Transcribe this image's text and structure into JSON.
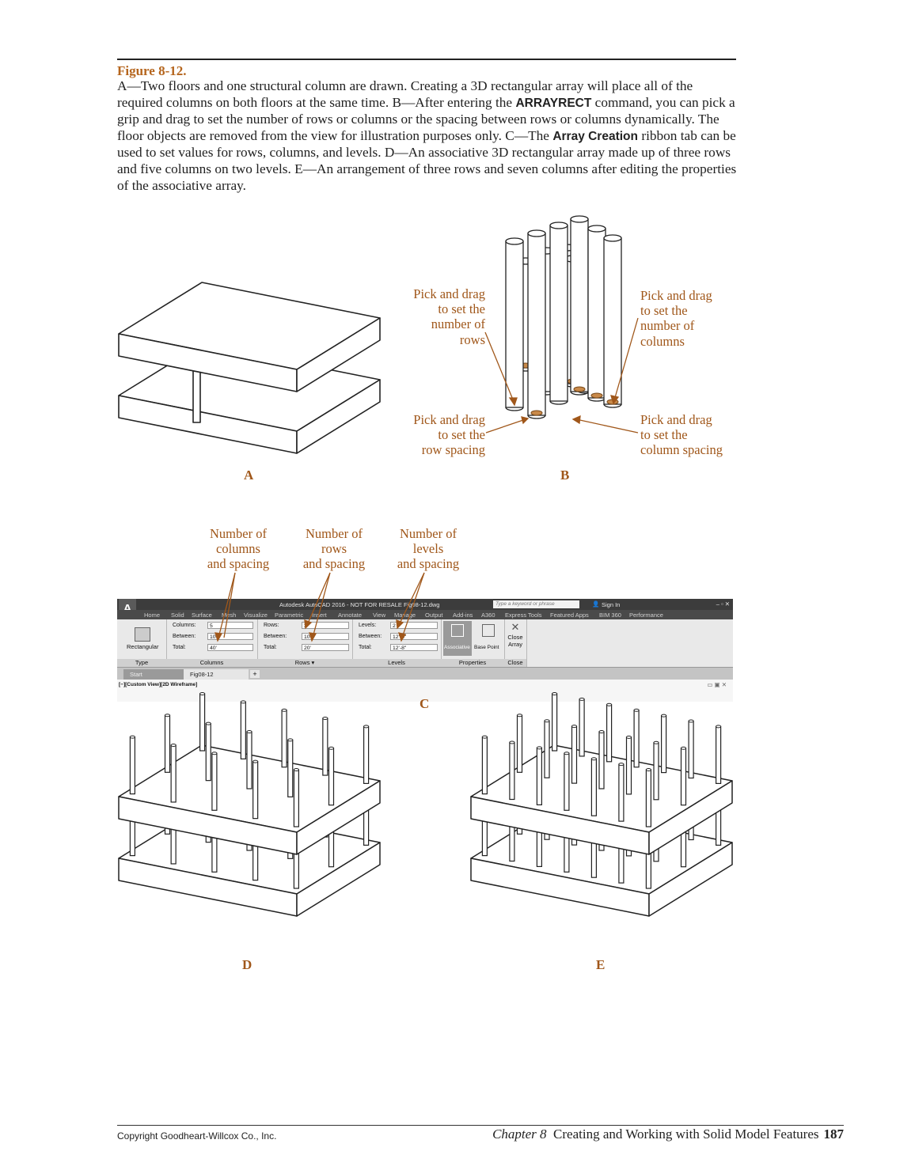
{
  "figure": {
    "title": "Figure 8-12.",
    "caption": {
      "p1": "A—Two floors and one structural column are drawn. Creating a 3D rectangular array will place all of the required columns on both floors at the same time. B—After entering the ",
      "cmd1": "ARRAYRECT",
      "p2": " command, you can pick a grip and drag to set the number of rows or columns or the spacing between rows or columns dynamically. The floor objects are removed from the view for illustration purposes only. C—The ",
      "cmd2": "Array Creation",
      "p3": " ribbon tab can be used to set values for rows, columns, and levels. D—An associative 3D rectangular array made up of three rows and five columns on two levels. E—An arrangement of three rows and seven columns after editing the properties of the associative array."
    }
  },
  "panelB": {
    "rows_lbl": [
      "Pick and drag",
      "to set the",
      "number of",
      "rows"
    ],
    "cols_lbl": [
      "Pick and drag",
      "to set the",
      "number of",
      "columns"
    ],
    "rowsp_lbl": [
      "Pick and drag",
      "to set the",
      "row spacing"
    ],
    "colsp_lbl": [
      "Pick and drag",
      "to set the",
      "column spacing"
    ]
  },
  "panelC": {
    "callouts": {
      "columns": [
        "Number of",
        "columns",
        "and spacing"
      ],
      "rows": [
        "Number of",
        "rows",
        "and spacing"
      ],
      "levels": [
        "Number of",
        "levels",
        "and spacing"
      ]
    },
    "cad": {
      "title": "Autodesk AutoCAD 2016 - NOT FOR RESALE    Fig08-12.dwg",
      "search": "Type a keyword or phrase",
      "signin": "Sign In",
      "tabs": [
        "Home",
        "Solid",
        "Surface",
        "Mesh",
        "Visualize",
        "Parametric",
        "Insert",
        "Annotate",
        "View",
        "Manage",
        "Output",
        "Add-ins",
        "A360",
        "Express Tools",
        "Featured Apps",
        "BIM 360",
        "Performance"
      ],
      "type_label": "Rectangular",
      "type_title": "Type",
      "columns": {
        "l1": "Columns:",
        "v1": "5",
        "l2": "Between:",
        "v2": "10'",
        "l3": "Total:",
        "v3": "40'",
        "title": "Columns"
      },
      "rows": {
        "l1": "Rows:",
        "v1": "3",
        "l2": "Between:",
        "v2": "10'",
        "l3": "Total:",
        "v3": "20'",
        "title": "Rows ▾"
      },
      "levels": {
        "l1": "Levels:",
        "v1": "2",
        "l2": "Between:",
        "v2": "12'-8\"",
        "l3": "Total:",
        "v3": "12'-8\"",
        "title": "Levels"
      },
      "props": {
        "assoc": "Associative",
        "base": "Base Point",
        "title": "Properties"
      },
      "close": {
        "l1": "Close",
        "l2": "Array",
        "title": "Close"
      },
      "filetabs": [
        "Start",
        "Fig08-12"
      ],
      "viewlabel": "[−][Custom View][2D Wireframe]"
    }
  },
  "sublabels": {
    "a": "A",
    "b": "B",
    "c": "C",
    "d": "D",
    "e": "E"
  },
  "footer": {
    "copyright": "Copyright Goodheart-Willcox Co., Inc.",
    "chapter": "Chapter 8",
    "chapter_title": "Creating and Working with Solid Model Features",
    "page": "187"
  },
  "colors": {
    "accent": "#a0571a",
    "grip": "#c98a4a"
  }
}
